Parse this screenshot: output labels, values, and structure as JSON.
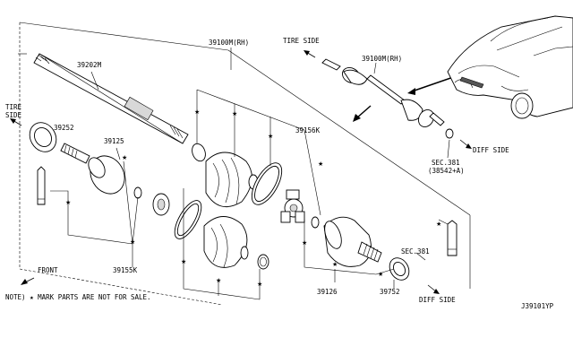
{
  "labels": {
    "p39202m": "39202M",
    "p39100m_rh_top": "39100M(RH)",
    "tire_side_top": "TIRE SIDE",
    "p39100m_rh_right": "39100M(RH)",
    "tire_side_left_1": "TIRE",
    "tire_side_left_2": "SIDE",
    "p39252": "39252",
    "p39125": "39125",
    "p39156k": "39156K",
    "p39155k": "39155K",
    "p39126": "39126",
    "p39752": "39752",
    "sec381_a": "SEC.381",
    "sec381_a_sub": "(38542+A)",
    "sec381_b": "SEC.381",
    "diff_side_top": "DIFF SIDE",
    "diff_side_bottom": "DIFF SIDE",
    "front": "FRONT",
    "note": "NOTE) ★ MARK PARTS ARE NOT FOR SALE.",
    "diagram_code": "J39101YP"
  },
  "icons": {
    "star": "star-icon",
    "arrow": "arrow-icon"
  }
}
